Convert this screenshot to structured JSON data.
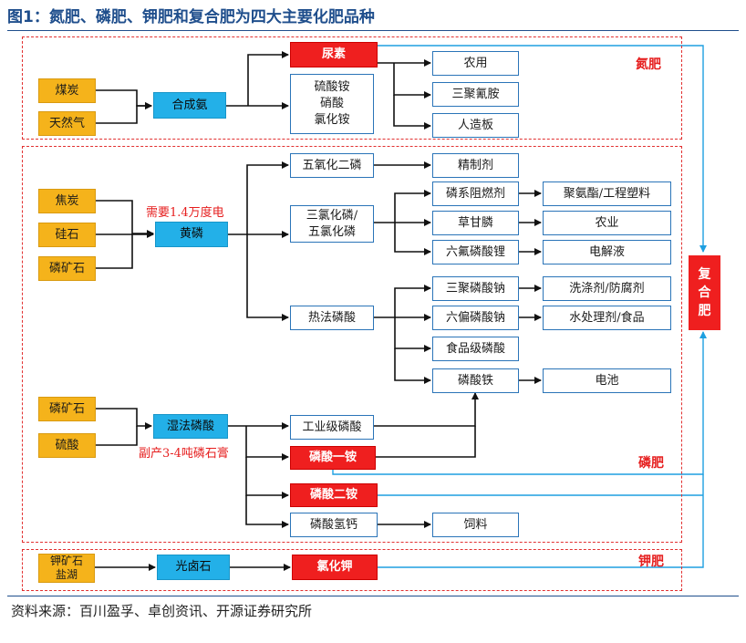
{
  "title": "图1：氮肥、磷肥、钾肥和复合肥为四大主要化肥品种",
  "source": "资料来源：百川盈孚、卓创资讯、开源证券研究所",
  "regions": {
    "nitrogen": "氮肥",
    "phosphate": "磷肥",
    "potash": "钾肥"
  },
  "compound": "复合肥",
  "notes": {
    "electricity": "需要1.4万度电",
    "byproduct": "副产3-4吨磷石膏"
  },
  "nodes": {
    "coal": "煤炭",
    "natural_gas": "天然气",
    "ammonia": "合成氨",
    "urea": "尿素",
    "ammonium_salts": [
      "硫酸铵",
      "硝酸",
      "氯化铵"
    ],
    "agri": "农用",
    "melamine": "三聚氰胺",
    "board": "人造板",
    "coke": "焦炭",
    "silica": "硅石",
    "phosphate_rock_1": "磷矿石",
    "yellow_phosphorus": "黄磷",
    "p2o5": "五氧化二磷",
    "pcl": [
      "三氯化磷/",
      "五氯化磷"
    ],
    "thermal_acid": "热法磷酸",
    "refined": "精制剂",
    "flame_retardant": "磷系阻燃剂",
    "glyphosate": "草甘膦",
    "lipf6": "六氟磷酸锂",
    "polyester": "聚氨酯/工程塑料",
    "agriculture": "农业",
    "electrolyte": "电解液",
    "stpp": "三聚磷酸钠",
    "shmp": "六偏磷酸钠",
    "food_acid": "食品级磷酸",
    "ifp": "磷酸铁",
    "detergent": "洗涤剂/防腐剂",
    "water": "水处理剂/食品",
    "battery": "电池",
    "phosphate_rock_2": "磷矿石",
    "sulfuric": "硫酸",
    "wet_acid": "湿法磷酸",
    "industrial_acid": "工业级磷酸",
    "map": "磷酸一铵",
    "dap": "磷酸二铵",
    "dcp": "磷酸氢钙",
    "feed": "饲料",
    "potash_ore": [
      "钾矿石",
      "盐湖"
    ],
    "brine": "光卤石",
    "kcl": "氯化钾"
  },
  "colors": {
    "orange": "#f5b31b",
    "blue": "#23b0e8",
    "red": "#ef1f1f",
    "arrow": "#111111",
    "link": "#1e9fe0",
    "title": "#1f4e8c"
  }
}
